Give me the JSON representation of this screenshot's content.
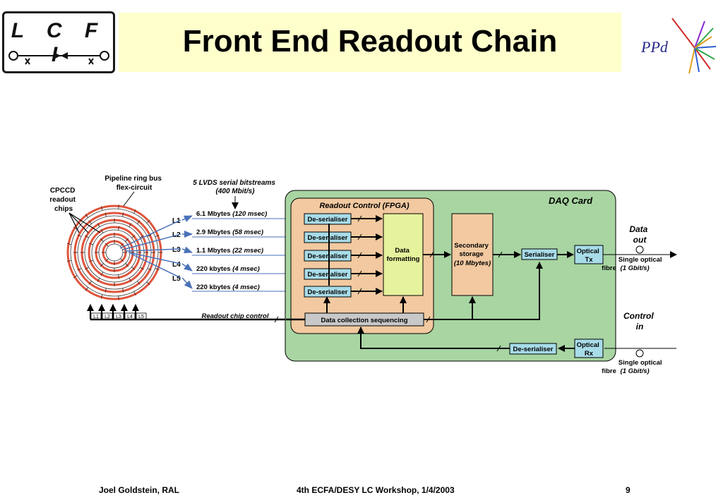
{
  "header": {
    "logo_text": "L C F I",
    "title": "Front End Readout Chain",
    "ppd_logo_text": "PPd"
  },
  "diagram": {
    "cpccd_label": [
      "CPCCD",
      "readout",
      "chips"
    ],
    "pipeline_label": [
      "Pipeline ring bus",
      "flex-circuit"
    ],
    "lvds_label": [
      "5  LVDS serial bitstreams",
      "(400 Mbit/s)"
    ],
    "layers": [
      {
        "label": "L1",
        "rate": "6.1 Mbytes",
        "time": "(120 msec)"
      },
      {
        "label": "L2",
        "rate": "2.9 Mbytes",
        "time": "(58 msec)"
      },
      {
        "label": "L3",
        "rate": "1.1 Mbytes",
        "time": "(22 msec)"
      },
      {
        "label": "L4",
        "rate": "220 kbytes",
        "time": "(4 msec)"
      },
      {
        "label": "L5",
        "rate": "220 kbytes",
        "time": "(4 msec)"
      }
    ],
    "bottom_layer_labels": [
      "L1",
      "L2",
      "L3",
      "L4",
      "L5"
    ],
    "readout_chip_control": "Readout chip control",
    "daq_card": "DAQ Card",
    "readout_control": "Readout Control (FPGA)",
    "deserialiser": "De-serialiser",
    "data_formatting": [
      "Data",
      "formatting"
    ],
    "secondary_storage": [
      "Secondary",
      "storage",
      "(10 Mbytes)"
    ],
    "serialiser": "Serialiser",
    "optical_tx": [
      "Optical",
      "Tx"
    ],
    "optical_rx": [
      "Optical",
      "Rx"
    ],
    "data_collection": "Data collection sequencing",
    "data_out": [
      "Data",
      "out"
    ],
    "control_in": [
      "Control",
      "in"
    ],
    "fibre_out": [
      "Single optical",
      "fibre",
      "(1 Gbit/s)"
    ],
    "fibre_in": [
      "Single optical",
      "fibre",
      "(1 Gbit/s)"
    ]
  },
  "footer": {
    "author": "Joel Goldstein, RAL",
    "event": "4th ECFA/DESY LC Workshop, 1/4/2003",
    "page": "9"
  },
  "colors": {
    "title_band": "#ffffcc",
    "daq_card": "#a8d5a2",
    "fpga": "#f2c9a0",
    "deserialiser": "#a8dce8",
    "data_formatting": "#e6f29c",
    "ring": "#e0553c",
    "arrow_blue": "#4a72b8"
  }
}
